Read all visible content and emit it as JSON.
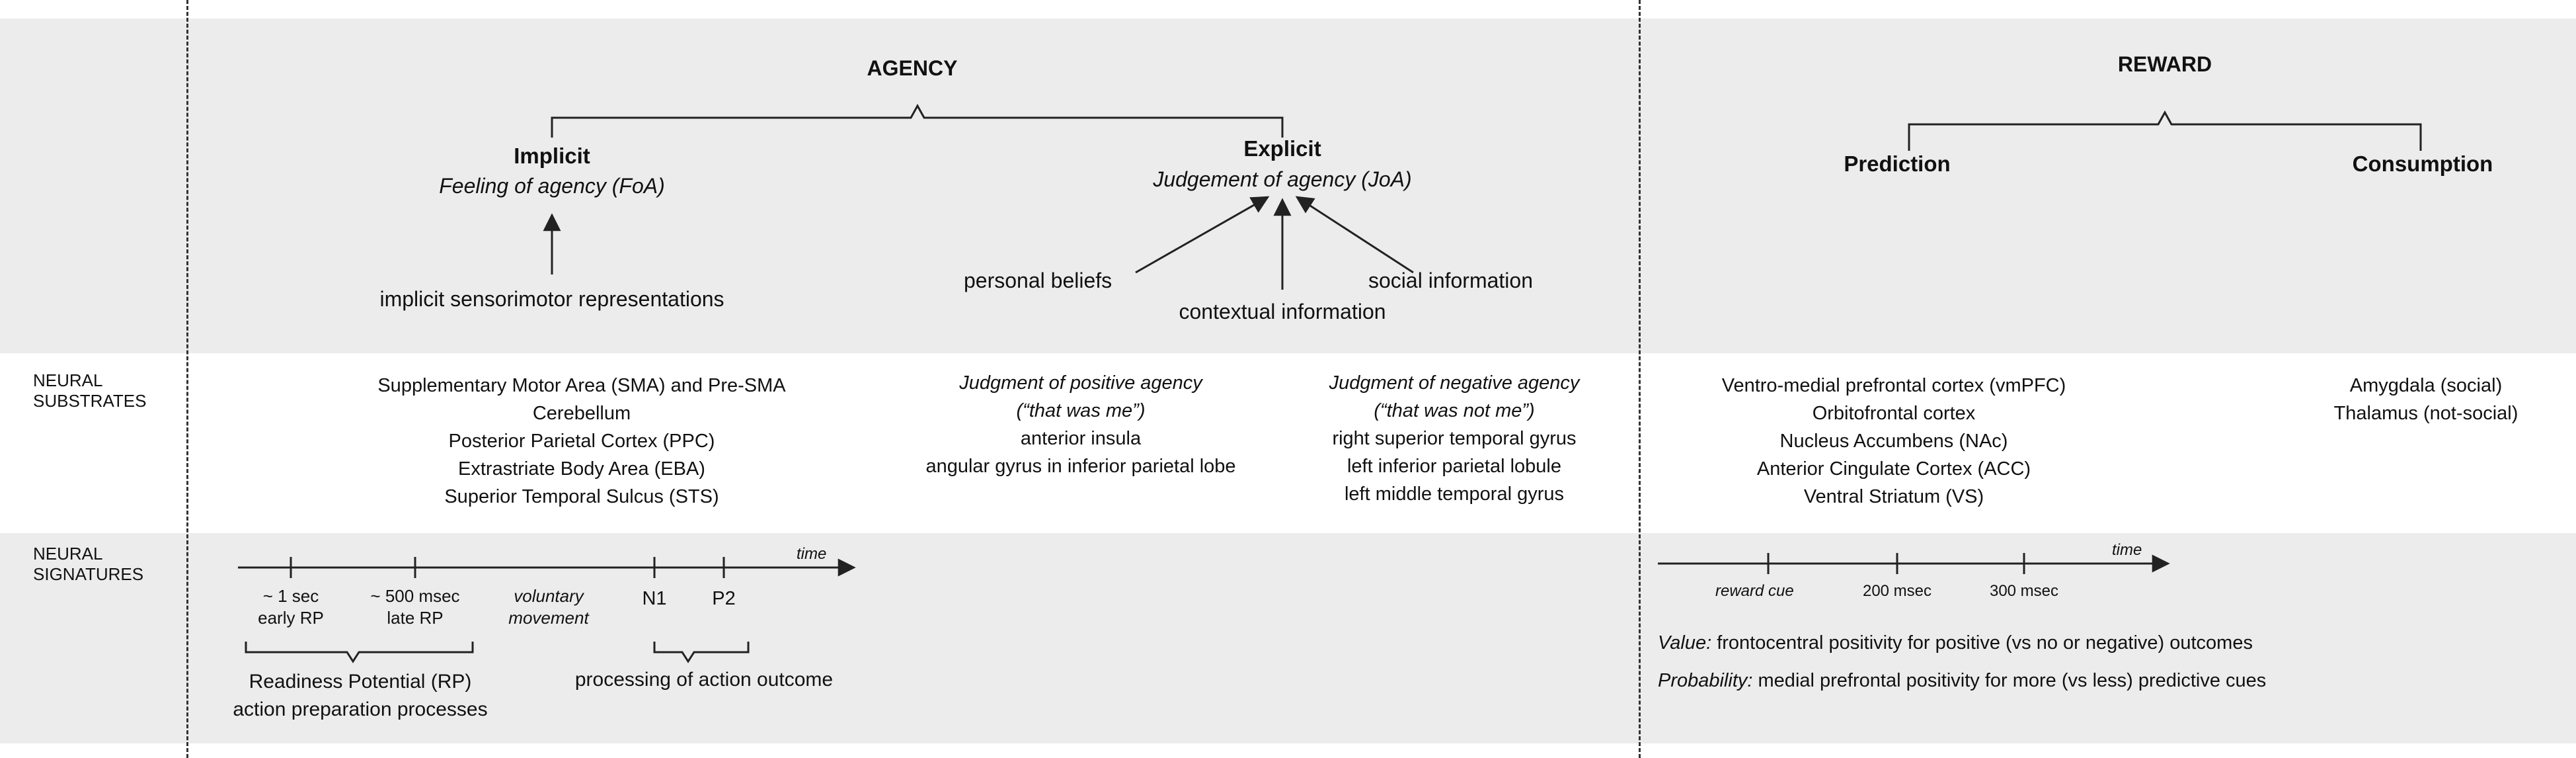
{
  "agency": {
    "title": "AGENCY",
    "implicit": {
      "title": "Implicit",
      "subtitle": "Feeling of agency (FoA)",
      "input": "implicit sensorimotor representations"
    },
    "explicit": {
      "title": "Explicit",
      "subtitle": "Judgement of agency (JoA)",
      "inputs": {
        "personal": "personal beliefs",
        "contextual": "contextual information",
        "social": "social information"
      }
    }
  },
  "reward": {
    "title": "REWARD",
    "prediction": "Prediction",
    "consumption": "Consumption"
  },
  "rows": {
    "substrates": [
      "NEURAL",
      "SUBSTRATES"
    ],
    "signatures": [
      "NEURAL",
      "SIGNATURES"
    ]
  },
  "substrates": {
    "implicit": [
      "Supplementary Motor Area (SMA) and Pre-SMA",
      "Cerebellum",
      "Posterior Parietal Cortex (PPC)",
      "Extrastriate Body Area (EBA)",
      "Superior Temporal Sulcus (STS)"
    ],
    "positive": {
      "title": "Judgment of positive agency",
      "quote": "(“that was me”)",
      "items": [
        "anterior insula",
        "angular gyrus in inferior parietal lobe"
      ]
    },
    "negative": {
      "title": "Judgment of negative agency",
      "quote": "(“that was not me”)",
      "items": [
        "right superior temporal gyrus",
        "left inferior parietal lobule",
        "left middle temporal gyrus"
      ]
    },
    "prediction": [
      "Ventro-medial prefrontal cortex (vmPFC)",
      "Orbitofrontal cortex",
      "Nucleus Accumbens (NAc)",
      "Anterior Cingulate Cortex (ACC)",
      "Ventral Striatum (VS)"
    ],
    "consumption": [
      "Amygdala (social)",
      "Thalamus (not-social)"
    ]
  },
  "signatures": {
    "agency_timeline": {
      "time_label": "time",
      "early_rp": [
        "~ 1 sec",
        "early RP"
      ],
      "late_rp": [
        "~ 500 msec",
        "late RP"
      ],
      "movement": [
        "voluntary",
        "movement"
      ],
      "n1": "N1",
      "p2": "P2",
      "rp_label": [
        "Readiness Potential (RP)",
        "action preparation processes"
      ],
      "outcome_label": "processing of action outcome"
    },
    "reward_timeline": {
      "time_label": "time",
      "reward_cue": "reward  cue",
      "t200": "200 msec",
      "t300": "300 msec",
      "value_key": "Value:",
      "value_text": " frontocentral positivity for positive (vs no or negative) outcomes",
      "prob_key": "Probability:",
      "prob_text": " medial prefrontal positivity for more (vs less) predictive cues"
    }
  }
}
